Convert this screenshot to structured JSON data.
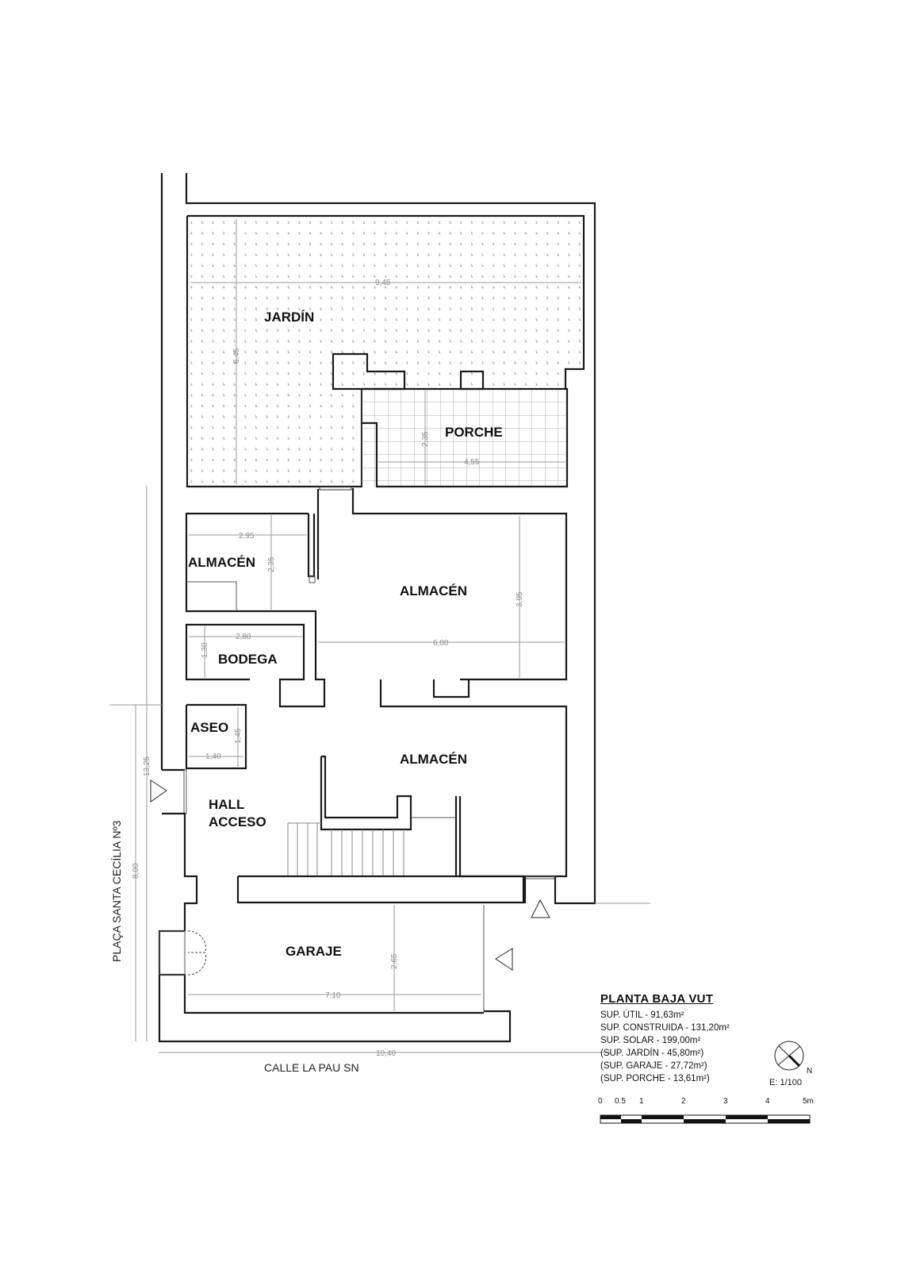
{
  "plan": {
    "rooms": {
      "jardin": "JARDÍN",
      "porche": "PORCHE",
      "almacen_small": "ALMACÉN",
      "almacen_large": "ALMACÉN",
      "bodega": "BODEGA",
      "aseo": "ASEO",
      "almacen_lower": "ALMACÉN",
      "hall_line1": "HALL",
      "hall_line2": "ACCESO",
      "garaje": "GARAJE"
    },
    "dimensions": {
      "jardin_width": "9,45",
      "jardin_height": "6,45",
      "porche_height": "2,35",
      "porche_width": "4,55",
      "almacen_small_width": "2,95",
      "almacen_small_height": "2,35",
      "almacen_large_height": "3,95",
      "almacen_large_width": "6,00",
      "bodega_width": "2,80",
      "bodega_height": "1,30",
      "aseo_height": "1,45",
      "aseo_width": "1,40",
      "garaje_height": "2,65",
      "garaje_width": "7,10",
      "total_depth": "13,25",
      "facade_length": "8,00",
      "total_width": "10,40"
    },
    "streets": {
      "left": "PLAÇA SANTA CECÍLIA Nº3",
      "bottom": "CALLE LA PAU SN"
    }
  },
  "legend": {
    "title": "PLANTA BAJA VUT",
    "lines": [
      "SUP. ÚTIL - 91,63m²",
      "SUP. CONSTRUIDA - 131,20m²",
      "SUP. SOLAR - 199,00m²",
      "(SUP. JARDÍN - 45,80m²)",
      "(SUP. GARAJE - 27,72m²)",
      "(SUP. PORCHE - 13,61m²)"
    ],
    "compass_label": "N",
    "scale_text": "E: 1/100",
    "scale_ticks": [
      "0",
      "0.5",
      "1",
      "2",
      "3",
      "4",
      "5m"
    ]
  }
}
